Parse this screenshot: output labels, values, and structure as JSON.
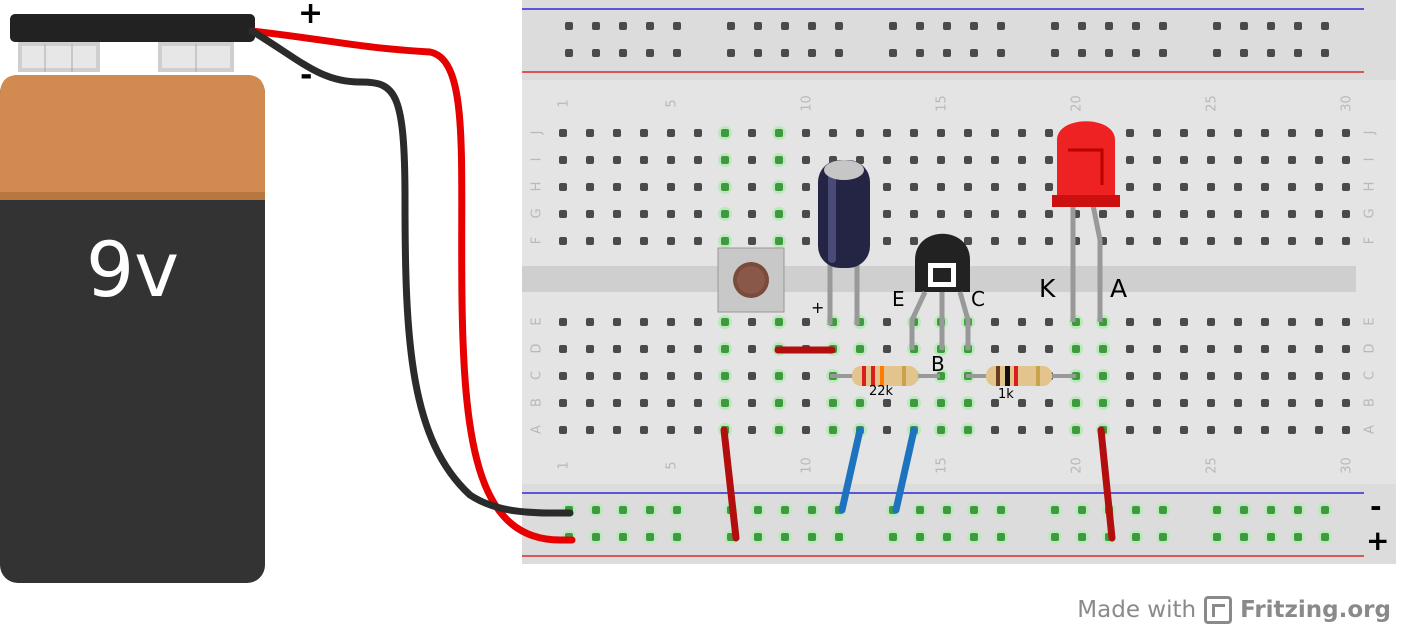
{
  "battery": {
    "label": "9v",
    "plus_label": "+",
    "minus_label": "-"
  },
  "breadboard": {
    "column_numbers": [
      "1",
      "5",
      "10",
      "15",
      "20",
      "25",
      "30"
    ],
    "row_letters_top": [
      "J",
      "I",
      "H",
      "G",
      "F"
    ],
    "row_letters_bottom": [
      "E",
      "D",
      "C",
      "B",
      "A"
    ],
    "rail_minus": "-",
    "rail_plus": "+"
  },
  "components": {
    "capacitor_plus": "+",
    "transistor_e": "E",
    "transistor_c": "C",
    "transistor_b": "B",
    "resistor1": "22k",
    "resistor2": "1k",
    "led_k": "K",
    "led_a": "A"
  },
  "footer": {
    "made_with": "Made with",
    "brand": "Fritzing.org"
  },
  "colors": {
    "battery_top": "#d18a4f",
    "battery_body": "#333333",
    "wire_red": "#e60000",
    "wire_black": "#2b2b2b",
    "jumper_red": "#b30e0e",
    "jumper_blue": "#1e73be",
    "board": "#e4e4e4",
    "hole_active": "#3f9a3f"
  }
}
